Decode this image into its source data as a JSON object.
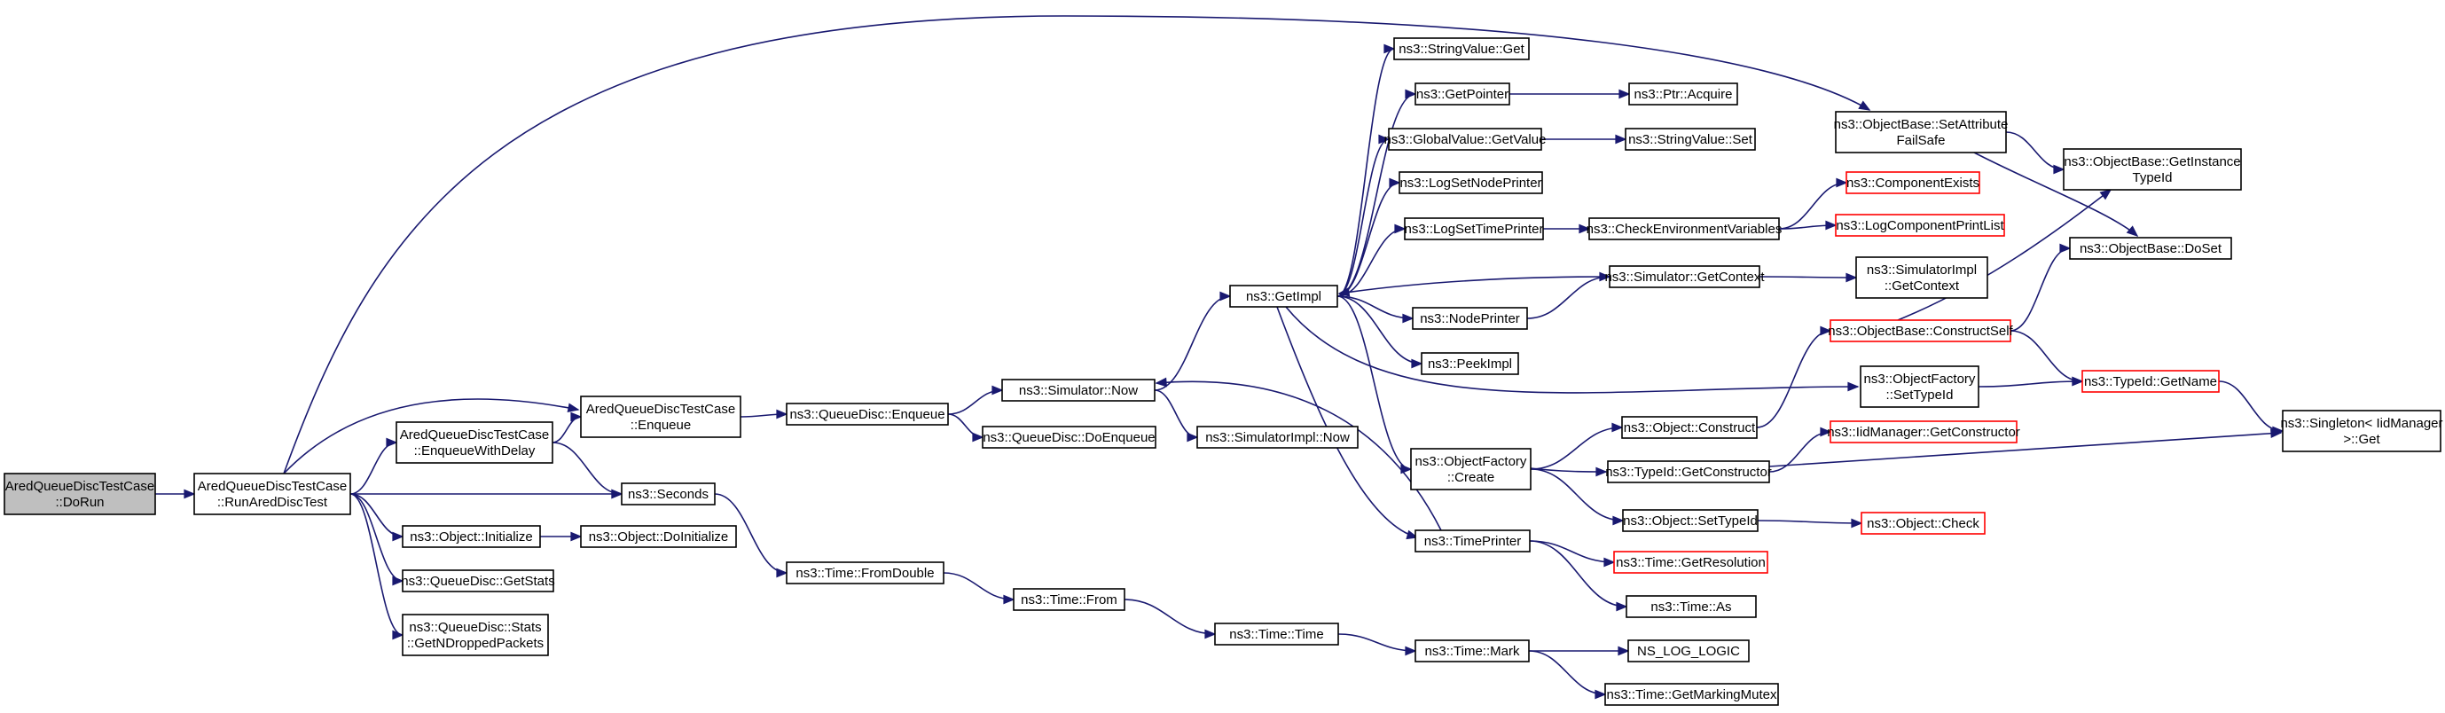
{
  "colors": {
    "edge": "#191970",
    "box_border": "#000000",
    "box_fill": "#ffffff",
    "root_fill": "#bfbfbf",
    "truncated_border": "#ff0000"
  },
  "nodes": [
    {
      "id": "doRun",
      "lines": [
        "AredQueueDiscTestCase",
        "::DoRun"
      ],
      "root": true
    },
    {
      "id": "runAred",
      "lines": [
        "AredQueueDiscTestCase",
        "::RunAredDiscTest"
      ]
    },
    {
      "id": "aredEnqueue",
      "lines": [
        "AredQueueDiscTestCase",
        "::Enqueue"
      ]
    },
    {
      "id": "enqWithDelay",
      "lines": [
        "AredQueueDiscTestCase",
        "::EnqueueWithDelay"
      ]
    },
    {
      "id": "seconds",
      "lines": [
        "ns3::Seconds"
      ]
    },
    {
      "id": "objInit",
      "lines": [
        "ns3::Object::Initialize"
      ]
    },
    {
      "id": "getStats",
      "lines": [
        "ns3::QueueDisc::GetStats"
      ]
    },
    {
      "id": "getNDropped",
      "lines": [
        "ns3::QueueDisc::Stats",
        "::GetNDroppedPackets"
      ]
    },
    {
      "id": "qdEnqueue",
      "lines": [
        "ns3::QueueDisc::Enqueue"
      ]
    },
    {
      "id": "objDoInit",
      "lines": [
        "ns3::Object::DoInitialize"
      ]
    },
    {
      "id": "fromDouble",
      "lines": [
        "ns3::Time::FromDouble"
      ]
    },
    {
      "id": "simNow",
      "lines": [
        "ns3::Simulator::Now"
      ]
    },
    {
      "id": "doEnqueue",
      "lines": [
        "ns3::QueueDisc::DoEnqueue"
      ]
    },
    {
      "id": "timeFrom",
      "lines": [
        "ns3::Time::From"
      ]
    },
    {
      "id": "simImplNow",
      "lines": [
        "ns3::SimulatorImpl::Now"
      ]
    },
    {
      "id": "timeTime",
      "lines": [
        "ns3::Time::Time"
      ]
    },
    {
      "id": "getImpl",
      "lines": [
        "ns3::GetImpl"
      ]
    },
    {
      "id": "strValGet",
      "lines": [
        "ns3::StringValue::Get"
      ]
    },
    {
      "id": "getPointer",
      "lines": [
        "ns3::GetPointer"
      ]
    },
    {
      "id": "gvGetValue",
      "lines": [
        "ns3::GlobalValue::GetValue"
      ]
    },
    {
      "id": "logSetNode",
      "lines": [
        "ns3::LogSetNodePrinter"
      ]
    },
    {
      "id": "logSetTime",
      "lines": [
        "ns3::LogSetTimePrinter"
      ]
    },
    {
      "id": "nodePrinter",
      "lines": [
        "ns3::NodePrinter"
      ]
    },
    {
      "id": "peekImpl",
      "lines": [
        "ns3::PeekImpl"
      ]
    },
    {
      "id": "ofCreate",
      "lines": [
        "ns3::ObjectFactory",
        "::Create"
      ]
    },
    {
      "id": "timePrinter",
      "lines": [
        "ns3::TimePrinter"
      ]
    },
    {
      "id": "timeMark",
      "lines": [
        "ns3::Time::Mark"
      ]
    },
    {
      "id": "ptrAcquire",
      "lines": [
        "ns3::Ptr::Acquire"
      ]
    },
    {
      "id": "strValSet",
      "lines": [
        "ns3::StringValue::Set"
      ]
    },
    {
      "id": "checkEnv",
      "lines": [
        "ns3::CheckEnvironmentVariables"
      ]
    },
    {
      "id": "simGetContext",
      "lines": [
        "ns3::Simulator::GetContext"
      ]
    },
    {
      "id": "ofSetTypeId",
      "lines": [
        "ns3::ObjectFactory",
        "::SetTypeId"
      ]
    },
    {
      "id": "objConstruct",
      "lines": [
        "ns3::Object::Construct"
      ]
    },
    {
      "id": "typeIdGetCtor",
      "lines": [
        "ns3::TypeId::GetConstructor"
      ]
    },
    {
      "id": "objSetTypeId",
      "lines": [
        "ns3::Object::SetTypeId"
      ]
    },
    {
      "id": "timeGetRes",
      "lines": [
        "ns3::Time::GetResolution"
      ],
      "truncated": true
    },
    {
      "id": "timeAs",
      "lines": [
        "ns3::Time::As"
      ]
    },
    {
      "id": "nsLogLogic",
      "lines": [
        "NS_LOG_LOGIC"
      ]
    },
    {
      "id": "timeGetMarkMutex",
      "lines": [
        "ns3::Time::GetMarkingMutex"
      ]
    },
    {
      "id": "setAttrFailSafe",
      "lines": [
        "ns3::ObjectBase::SetAttribute",
        "FailSafe"
      ]
    },
    {
      "id": "componentExists",
      "lines": [
        "ns3::ComponentExists"
      ],
      "truncated": true
    },
    {
      "id": "logCompPrintList",
      "lines": [
        "ns3::LogComponentPrintList"
      ],
      "truncated": true
    },
    {
      "id": "simImplGetContext",
      "lines": [
        "ns3::SimulatorImpl",
        "::GetContext"
      ]
    },
    {
      "id": "constructSelf",
      "lines": [
        "ns3::ObjectBase::ConstructSelf"
      ],
      "truncated": true
    },
    {
      "id": "iidMgrGetCtor",
      "lines": [
        "ns3::IidManager::GetConstructor"
      ],
      "truncated": true
    },
    {
      "id": "objCheck",
      "lines": [
        "ns3::Object::Check"
      ],
      "truncated": true
    },
    {
      "id": "getInstanceTypeId",
      "lines": [
        "ns3::ObjectBase::GetInstance",
        "TypeId"
      ]
    },
    {
      "id": "objBaseDoSet",
      "lines": [
        "ns3::ObjectBase::DoSet"
      ]
    },
    {
      "id": "typeIdGetName",
      "lines": [
        "ns3::TypeId::GetName"
      ],
      "truncated": true
    },
    {
      "id": "singletonGet",
      "lines": [
        "ns3::Singleton< IidManager",
        " >::Get"
      ]
    }
  ],
  "edges": [
    [
      "doRun",
      "runAred"
    ],
    [
      "runAred",
      "aredEnqueue"
    ],
    [
      "runAred",
      "enqWithDelay"
    ],
    [
      "runAred",
      "seconds"
    ],
    [
      "runAred",
      "objInit"
    ],
    [
      "runAred",
      "getStats"
    ],
    [
      "runAred",
      "getNDropped"
    ],
    [
      "runAred",
      "setAttrFailSafe"
    ],
    [
      "enqWithDelay",
      "aredEnqueue"
    ],
    [
      "enqWithDelay",
      "seconds"
    ],
    [
      "aredEnqueue",
      "qdEnqueue"
    ],
    [
      "seconds",
      "fromDouble"
    ],
    [
      "objInit",
      "objDoInit"
    ],
    [
      "qdEnqueue",
      "simNow"
    ],
    [
      "qdEnqueue",
      "doEnqueue"
    ],
    [
      "fromDouble",
      "timeFrom"
    ],
    [
      "timeFrom",
      "timeTime"
    ],
    [
      "timeTime",
      "timeMark"
    ],
    [
      "simNow",
      "getImpl"
    ],
    [
      "simNow",
      "simImplNow"
    ],
    [
      "getImpl",
      "strValGet"
    ],
    [
      "getImpl",
      "getPointer"
    ],
    [
      "getImpl",
      "gvGetValue"
    ],
    [
      "getImpl",
      "logSetNode"
    ],
    [
      "getImpl",
      "logSetTime"
    ],
    [
      "getImpl",
      "nodePrinter"
    ],
    [
      "getImpl",
      "peekImpl"
    ],
    [
      "getImpl",
      "ofCreate"
    ],
    [
      "getImpl",
      "timePrinter"
    ],
    [
      "getImpl",
      "ofSetTypeId"
    ],
    [
      "getPointer",
      "ptrAcquire"
    ],
    [
      "gvGetValue",
      "strValSet"
    ],
    [
      "logSetTime",
      "checkEnv"
    ],
    [
      "nodePrinter",
      "simGetContext"
    ],
    [
      "simGetContext",
      "getImpl"
    ],
    [
      "simGetContext",
      "simImplGetContext"
    ],
    [
      "checkEnv",
      "componentExists"
    ],
    [
      "checkEnv",
      "logCompPrintList"
    ],
    [
      "timePrinter",
      "simNow"
    ],
    [
      "timePrinter",
      "timeGetRes"
    ],
    [
      "timePrinter",
      "timeAs"
    ],
    [
      "ofCreate",
      "objConstruct"
    ],
    [
      "ofCreate",
      "typeIdGetCtor"
    ],
    [
      "ofCreate",
      "objSetTypeId"
    ],
    [
      "objConstruct",
      "constructSelf"
    ],
    [
      "typeIdGetCtor",
      "iidMgrGetCtor"
    ],
    [
      "typeIdGetCtor",
      "singletonGet"
    ],
    [
      "objSetTypeId",
      "objCheck"
    ],
    [
      "timeMark",
      "nsLogLogic"
    ],
    [
      "timeMark",
      "timeGetMarkMutex"
    ],
    [
      "ofSetTypeId",
      "typeIdGetName"
    ],
    [
      "setAttrFailSafe",
      "getInstanceTypeId"
    ],
    [
      "setAttrFailSafe",
      "objBaseDoSet"
    ],
    [
      "constructSelf",
      "getInstanceTypeId"
    ],
    [
      "constructSelf",
      "objBaseDoSet"
    ],
    [
      "constructSelf",
      "typeIdGetName"
    ],
    [
      "typeIdGetName",
      "singletonGet"
    ]
  ]
}
